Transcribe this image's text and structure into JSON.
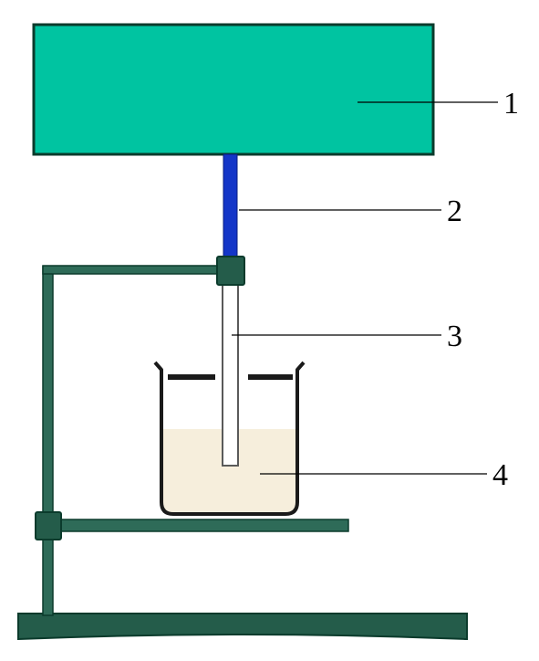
{
  "labels": {
    "l1": "1",
    "l2": "2",
    "l3": "3",
    "l4": "4"
  },
  "colors": {
    "device_fill": "#00C4A1",
    "outline": "#0B3B2C",
    "stand": "#2E6B58",
    "stand_dark": "#245C4A",
    "shaft": "#1436C8",
    "liquid": "#F6EEDC",
    "rod_fill": "#FFFFFF",
    "rod_stroke": "#5A5A5A",
    "leader_line": "#000000"
  },
  "parts": [
    {
      "id": "1",
      "icon": "motor-housing"
    },
    {
      "id": "2",
      "icon": "drive-shaft"
    },
    {
      "id": "3",
      "icon": "probe-rod"
    },
    {
      "id": "4",
      "icon": "liquid-sample"
    }
  ]
}
